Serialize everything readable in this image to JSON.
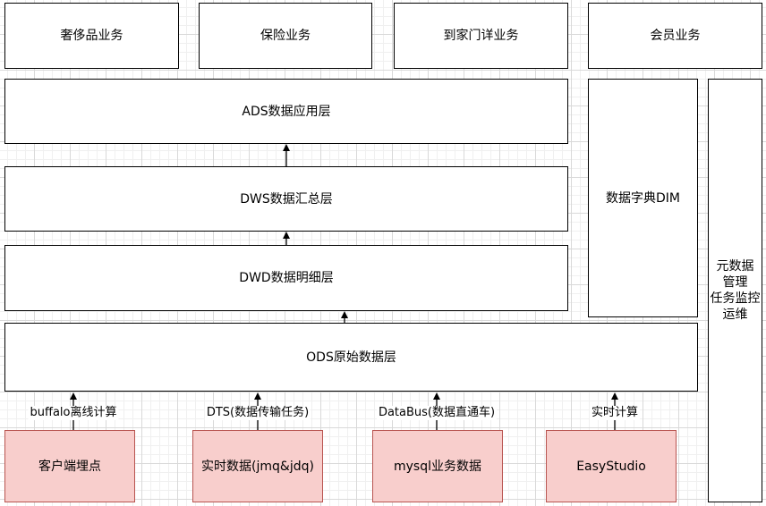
{
  "business": {
    "luxury": "奢侈品业务",
    "insurance": "保险业务",
    "home_service": "到家门详业务",
    "member": "会员业务"
  },
  "layers": {
    "ads": "ADS数据应用层",
    "dws": "DWS数据汇总层",
    "dwd": "DWD数据明细层",
    "ods": "ODS原始数据层"
  },
  "side": {
    "dim": "数据字典DIM",
    "meta_lines": [
      "元数据",
      "管理",
      "任务监控",
      "运维"
    ]
  },
  "sources": [
    {
      "label": "客户端埋点",
      "edge": "buffalo离线计算"
    },
    {
      "label": "实时数据(jmq&jdq)",
      "edge": "DTS(数据传输任务)"
    },
    {
      "label": "mysql业务数据",
      "edge": "DataBus(数据直通车)"
    },
    {
      "label": "EasyStudio",
      "edge": "实时计算"
    }
  ],
  "colors": {
    "source_fill": "#f8cecc",
    "source_stroke": "#b85450"
  }
}
